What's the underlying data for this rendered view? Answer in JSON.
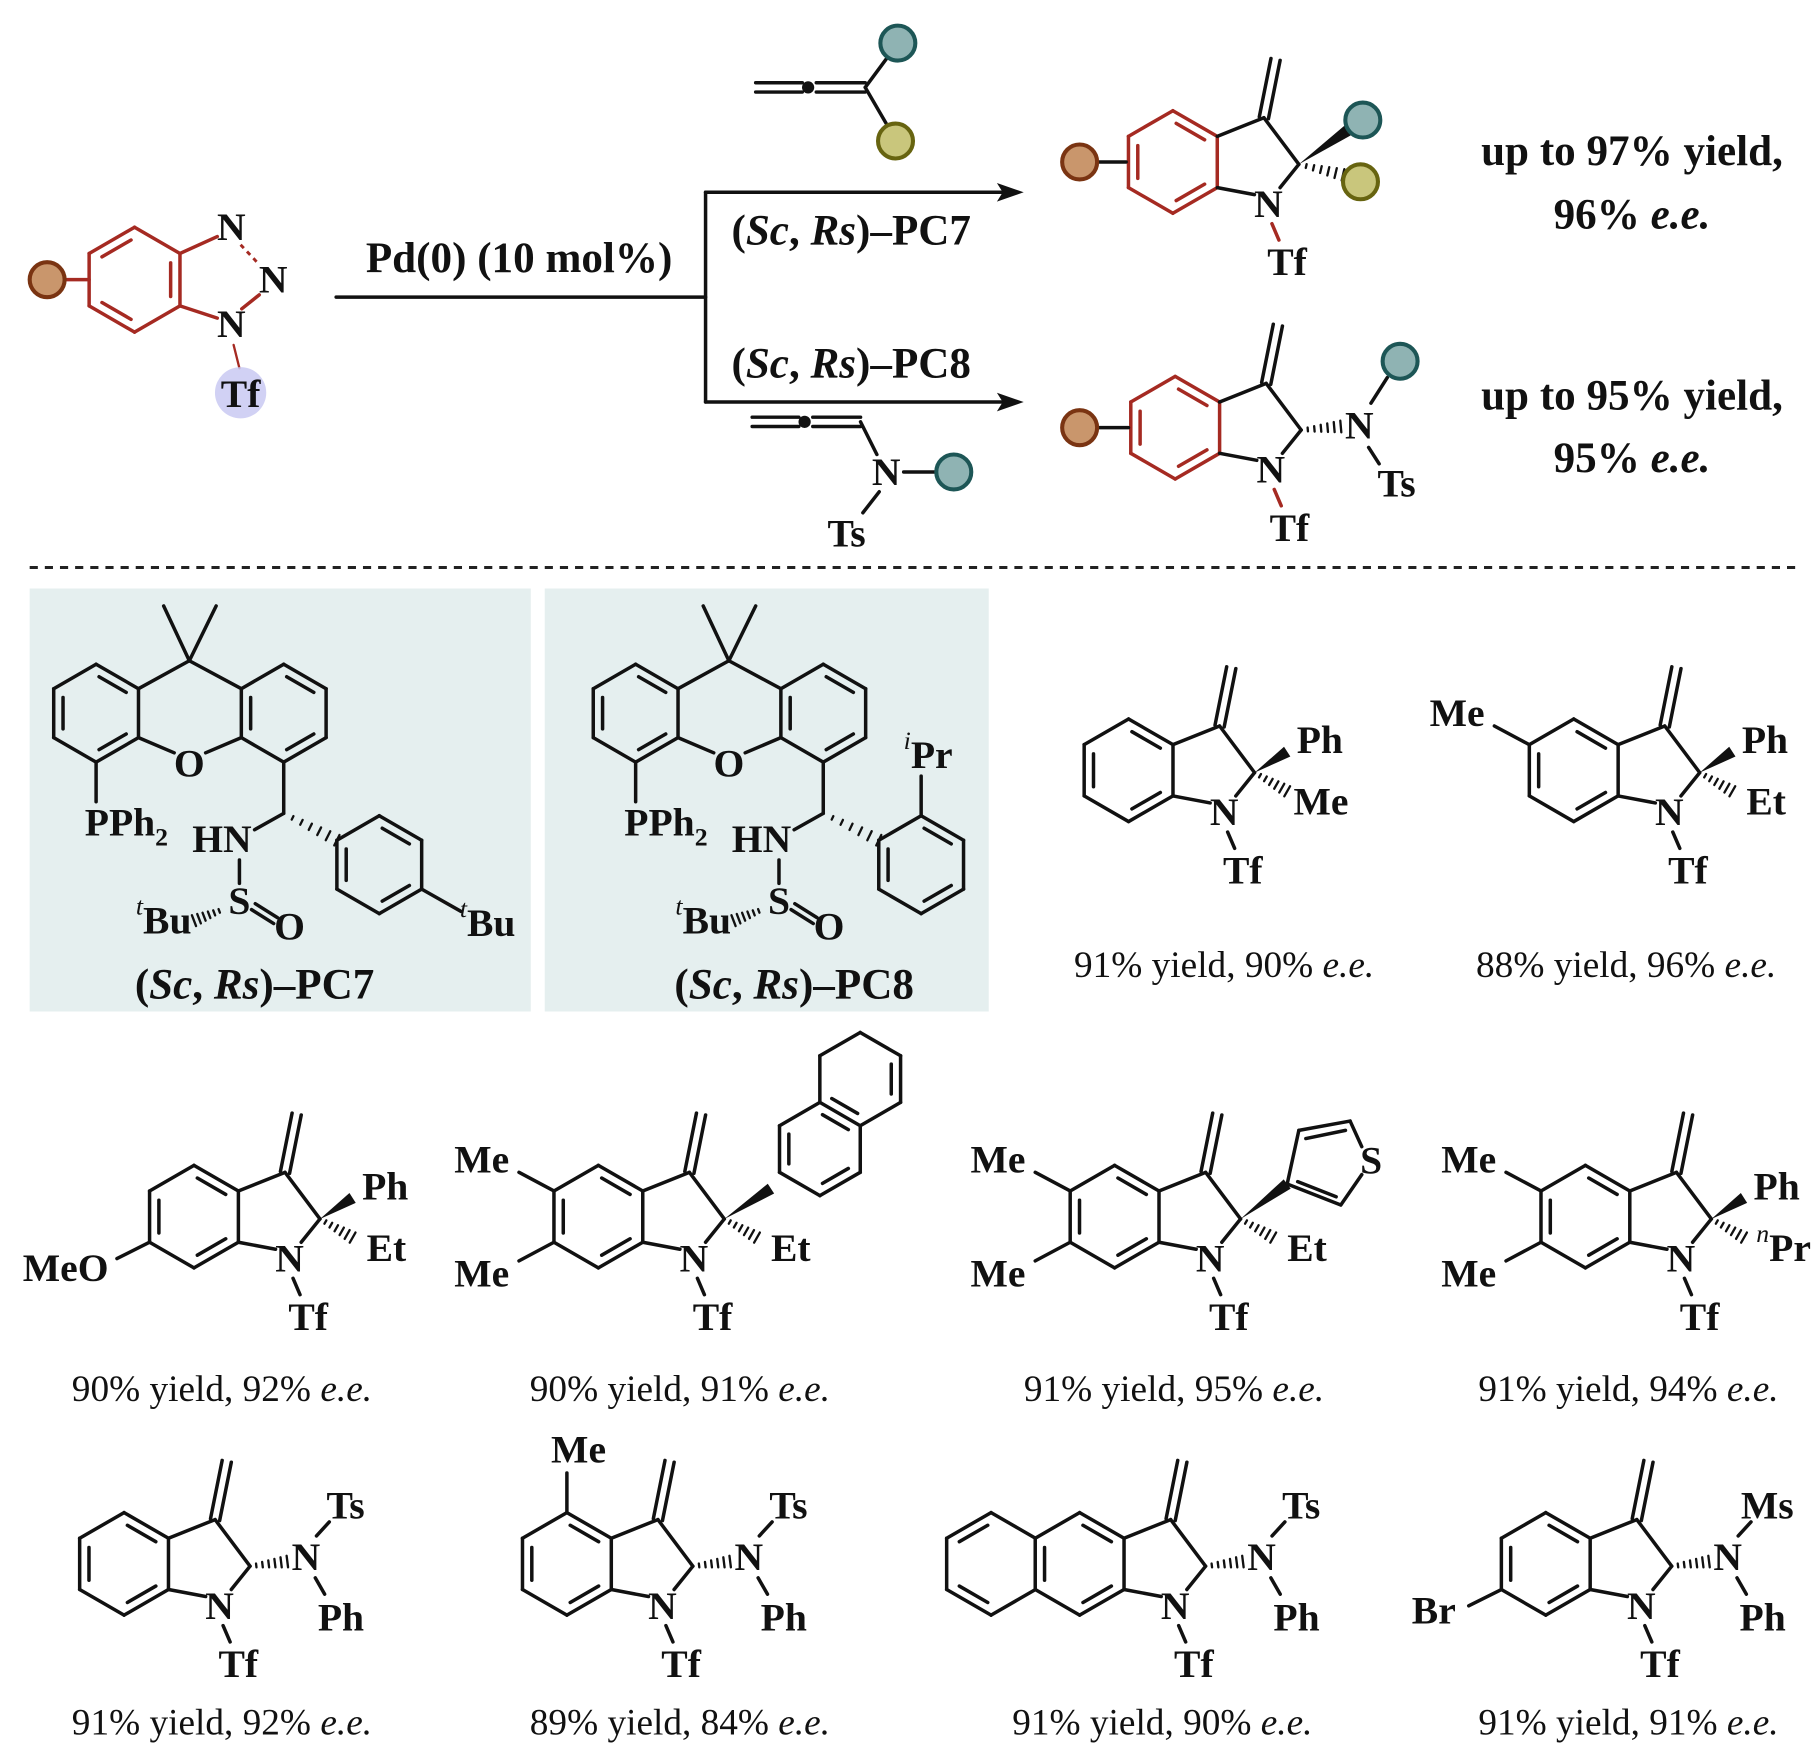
{
  "reaction": {
    "reactant": {
      "n1": "N",
      "n2": "N",
      "n3": "N",
      "pg": "Tf"
    },
    "conditions": "Pd(0) (10 mol%)",
    "catalyst_top": {
      "pre": "(",
      "sc": "Sc",
      "sep": ", ",
      "rs": "Rs",
      "post": ")–PC7"
    },
    "catalyst_bottom": {
      "pre": "(",
      "sc": "Sc",
      "sep": ", ",
      "rs": "Rs",
      "post": ")–PC8"
    },
    "allenamide": {
      "n": "N",
      "pg": "Ts"
    },
    "product_top": {
      "n": "N",
      "pg": "Tf",
      "yield": "up to 97% yield,",
      "ee": {
        "ee": "96% ",
        "unit": "e.e."
      }
    },
    "product_bottom": {
      "n": "N",
      "pg": "Tf",
      "n2": "N",
      "pg2": "Ts",
      "yield": "up to 95% yield,",
      "ee": {
        "ee": "95% ",
        "unit": "e.e."
      }
    }
  },
  "catalysts": [
    {
      "o": "O",
      "pph2": {
        "main": "PPh",
        "sub": "2"
      },
      "hn": "HN",
      "s": "S",
      "so": "O",
      "s_alkyl": {
        "sup": "t",
        "main": "Bu"
      },
      "aryl_sub": {
        "sup": "t",
        "main": "Bu"
      },
      "label": {
        "pre": "(",
        "sc": "Sc",
        "sep": ", ",
        "rs": "Rs",
        "post": ")–PC7"
      }
    },
    {
      "o": "O",
      "pph2": {
        "main": "PPh",
        "sub": "2"
      },
      "hn": "HN",
      "s": "S",
      "so": "O",
      "s_alkyl": {
        "sup": "t",
        "main": "Bu"
      },
      "aryl_sub": {
        "sup": "i",
        "main": "Pr"
      },
      "label": {
        "pre": "(",
        "sc": "Sc",
        "sep": ", ",
        "rs": "Rs",
        "post": ")–PC8"
      }
    }
  ],
  "examples": [
    {
      "upper": "Ph",
      "lower": "Me",
      "n": "N",
      "pg": "Tf",
      "caption": {
        "yield": "91% yield, ",
        "ee": "90% ",
        "unit": "e.e."
      }
    },
    {
      "ring_sub": [
        "Me"
      ],
      "upper": "Ph",
      "lower": "Et",
      "n": "N",
      "pg": "Tf",
      "caption": {
        "yield": "88% yield, ",
        "ee": "96% ",
        "unit": "e.e."
      }
    },
    {
      "ring_sub": [
        "MeO"
      ],
      "upper": "Ph",
      "lower": "Et",
      "n": "N",
      "pg": "Tf",
      "caption": {
        "yield": "90% yield, ",
        "ee": "92% ",
        "unit": "e.e."
      }
    },
    {
      "ring_sub": [
        "Me",
        "Me"
      ],
      "lower": "Et",
      "n": "N",
      "pg": "Tf",
      "caption": {
        "yield": "90% yield, ",
        "ee": "91% ",
        "unit": "e.e."
      }
    },
    {
      "ring_sub": [
        "Me",
        "Me"
      ],
      "hetero": "S",
      "lower": "Et",
      "n": "N",
      "pg": "Tf",
      "caption": {
        "yield": "91% yield, ",
        "ee": "95% ",
        "unit": "e.e."
      }
    },
    {
      "ring_sub": [
        "Me",
        "Me"
      ],
      "upper": "Ph",
      "lower": {
        "sup": "n",
        "main": "Pr"
      },
      "n": "N",
      "pg": "Tf",
      "caption": {
        "yield": "91% yield, ",
        "ee": "94% ",
        "unit": "e.e."
      }
    },
    {
      "n2": "N",
      "top": "Ts",
      "bottom": "Ph",
      "n": "N",
      "pg": "Tf",
      "caption": {
        "yield": "91% yield, ",
        "ee": "92% ",
        "unit": "e.e."
      }
    },
    {
      "ring_sub": [
        "Me"
      ],
      "n2": "N",
      "top": "Ts",
      "bottom": "Ph",
      "n": "N",
      "pg": "Tf",
      "caption": {
        "yield": "89% yield, ",
        "ee": "84% ",
        "unit": "e.e."
      }
    },
    {
      "n2": "N",
      "top": "Ts",
      "bottom": "Ph",
      "n": "N",
      "pg": "Tf",
      "caption": {
        "yield": "91% yield, ",
        "ee": "90% ",
        "unit": "e.e."
      }
    },
    {
      "ring_sub": [
        "Br"
      ],
      "n2": "N",
      "top": "Ms",
      "bottom": "Ph",
      "n": "N",
      "pg": "Tf",
      "caption": {
        "yield": "91% yield, ",
        "ee": "91% ",
        "unit": "e.e."
      }
    }
  ],
  "colors": {
    "ring": "#a52a22",
    "aryl_group": "#c9966c",
    "aryl_group_edge": "#7a3412",
    "r1_group": "#8fb3b3",
    "r1_group_edge": "#1d5656",
    "r2_group": "#c9c67c",
    "r2_group_edge": "#676410",
    "tf_highlight": "#c9c9f2",
    "panel": "#e5efef"
  }
}
